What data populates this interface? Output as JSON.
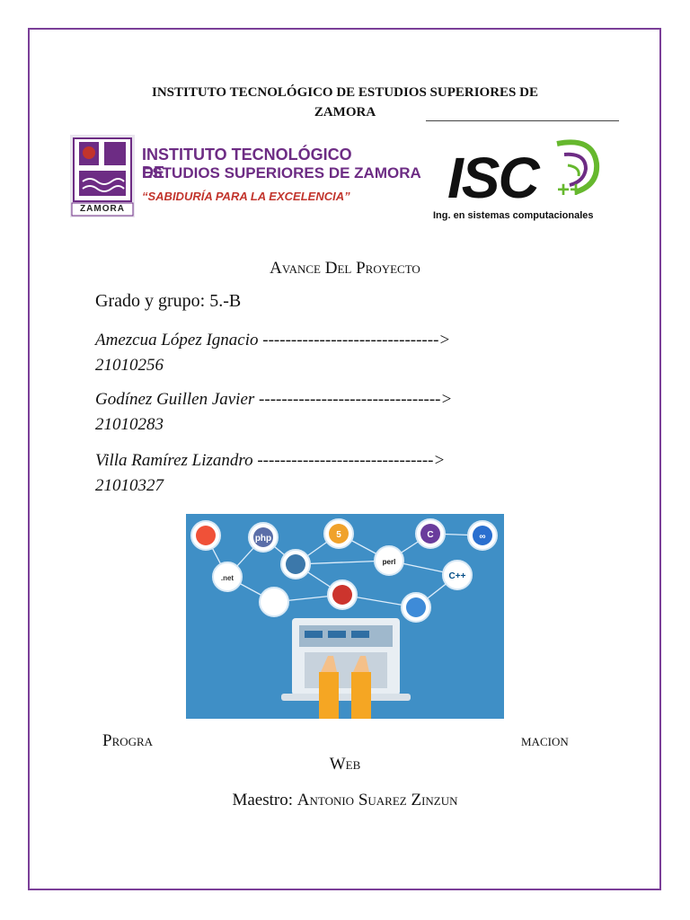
{
  "header": {
    "institute_line1": "INSTITUTO TECNOLÓGICO DE ESTUDIOS SUPERIORES DE",
    "institute_line2": "ZAMORA"
  },
  "logo_tec": {
    "title_line1": "INSTITUTO TECNOLÓGICO DE",
    "title_line2": "ESTUDIOS SUPERIORES DE ZAMORA",
    "motto": "“SABIDURÍA PARA LA EXCELENCIA”",
    "seal_text": "ZAMORA",
    "colors": {
      "purple": "#6d2c84",
      "red": "#c2342c"
    }
  },
  "logo_isc": {
    "letters": "ISC",
    "plus": "++",
    "subtitle": "Ing. en sistemas computacionales",
    "colors": {
      "green": "#66b82e",
      "purple": "#6d2c84"
    }
  },
  "document": {
    "title": "Avance Del Proyecto",
    "grade_group": "Grado y grupo: 5.-B",
    "members": [
      {
        "name_line": "Amezcua López Ignacio ------------------------------->",
        "id": "21010256"
      },
      {
        "name_line": "Godínez Guillen Javier -------------------------------->",
        "id": "21010283"
      },
      {
        "name_line": "Villa Ramírez Lizandro ------------------------------->",
        "id": "21010327"
      }
    ],
    "subject_left": "Progra",
    "subject_right": "macion",
    "subject_web": "Web",
    "teacher_label": "Maestro:",
    "teacher_name": "Antonio Suarez Zinzun"
  },
  "banner": {
    "background_color": "#3f8fc6",
    "nodes": [
      {
        "icon": "swift-icon",
        "label": ""
      },
      {
        "icon": "php-icon",
        "label": "php"
      },
      {
        "icon": "html5-icon",
        "label": "5"
      },
      {
        "icon": "perl-icon",
        "label": "perl"
      },
      {
        "icon": "csharp-icon",
        "label": "C"
      },
      {
        "icon": "infinity-icon",
        "label": "∞"
      },
      {
        "icon": "dotnet-icon",
        "label": ".net"
      },
      {
        "icon": "python-icon",
        "label": ""
      },
      {
        "icon": "ruby-icon",
        "label": ""
      },
      {
        "icon": "java-icon",
        "label": ""
      },
      {
        "icon": "visualstudio-icon",
        "label": ""
      },
      {
        "icon": "cpp-icon",
        "label": "C++"
      }
    ]
  }
}
